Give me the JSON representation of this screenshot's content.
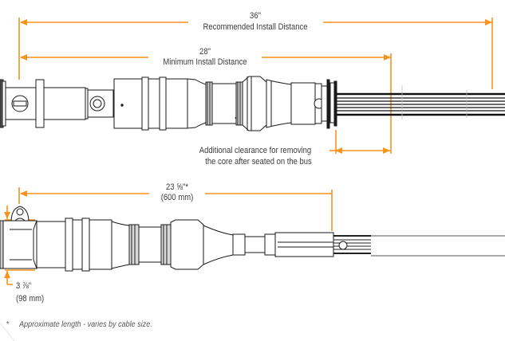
{
  "colors": {
    "dimension": "#F7941D",
    "line": "#1a1a1a",
    "text": "#3a3a3a"
  },
  "top_view": {
    "recommended": {
      "value": "36\"",
      "label": "Recommended Install Distance"
    },
    "minimum": {
      "value": "28\"",
      "label": "Minimum Install Distance"
    },
    "clearance_note": {
      "line1": "Additional clearance for removing",
      "line2": "the core after seated on the bus"
    }
  },
  "bottom_view": {
    "length": {
      "value": "23 ⅝\"*",
      "metric": "(600 mm)"
    },
    "diameter": {
      "value": "3 ⅞\"",
      "metric": "(98 mm)"
    }
  },
  "footnote": {
    "marker": "*",
    "text": "Approximate length - varies by cable size."
  }
}
